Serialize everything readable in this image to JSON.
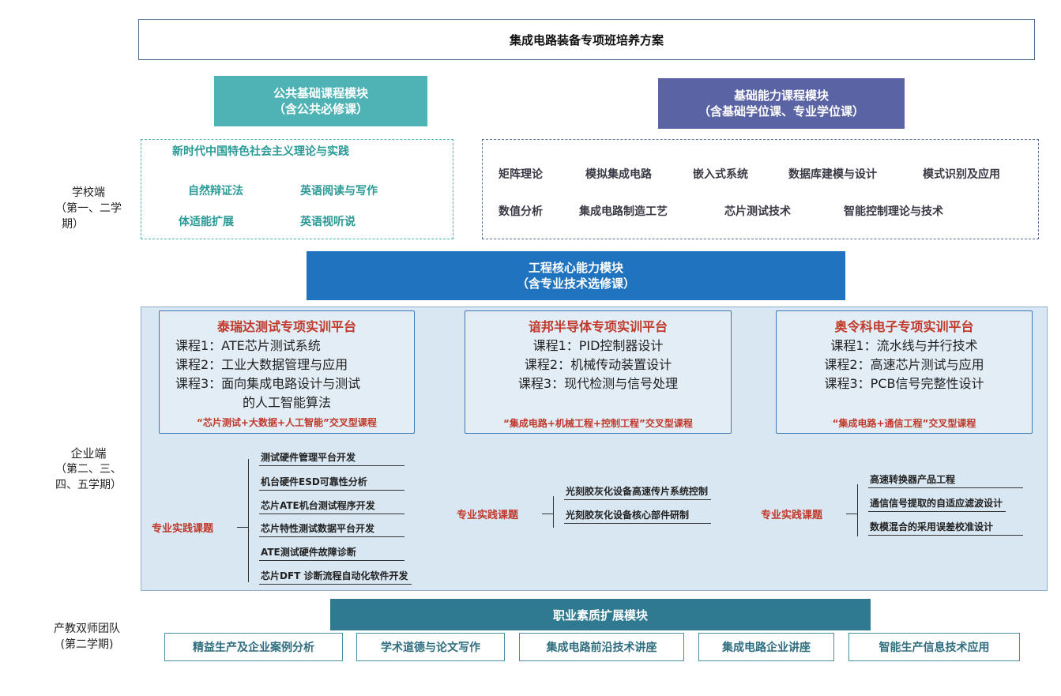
{
  "title": "集成电路装备专项班培养方案",
  "left_labels": {
    "school": {
      "line1": "学校端",
      "line2": "（第一、二学",
      "line3": "期）"
    },
    "enterprise": {
      "line1": "企业端",
      "line2": "（第二、三、",
      "line3": "四、五学期）"
    },
    "faculty": {
      "line1": "产教双师团队",
      "line2": "(第二学期)"
    }
  },
  "public_module": {
    "title": "公共基础课程模块",
    "subtitle": "（含公共必修课）",
    "courses": [
      "新时代中国特色社会主义理论与实践",
      "自然辩证法",
      "英语阅读与写作",
      "体适能扩展",
      "英语视听说"
    ]
  },
  "basic_module": {
    "title": "基础能力课程模块",
    "subtitle": "（含基础学位课、专业学位课）",
    "courses_row1": [
      "矩阵理论",
      "模拟集成电路",
      "嵌入式系统",
      "数据库建模与设计",
      "模式识别及应用"
    ],
    "courses_row2": [
      "数值分析",
      "集成电路制造工艺",
      "芯片测试技术",
      "智能控制理论与技术"
    ]
  },
  "core_module": {
    "title": "工程核心能力模块",
    "subtitle": "（含专业技术选修课）"
  },
  "platforms": [
    {
      "title": "泰瑞达测试专项实训平台",
      "courses": [
        "课程1：ATE芯片测试系统",
        "课程2：工业大数据管理与应用",
        "课程3：面向集成电路设计与测试",
        "的人工智能算法"
      ],
      "tag": "“芯片测试+大数据+人工智能”交叉型课程"
    },
    {
      "title": "谙邦半导体专项实训平台",
      "courses": [
        "课程1：PID控制器设计",
        "课程2：机械传动装置设计",
        "课程3：现代检测与信号处理"
      ],
      "tag": "“集成电路+机械工程+控制工程”交叉型课程"
    },
    {
      "title": "奥令科电子专项实训平台",
      "courses": [
        "课程1：流水线与并行技术",
        "课程2：高速芯片测试与应用",
        "课程3：PCB信号完整性设计"
      ],
      "tag": "“集成电路+通信工程”交叉型课程"
    }
  ],
  "practice": {
    "label": "专业实践课题",
    "group1": [
      "测试硬件管理平台开发",
      "机台硬件ESD可靠性分析",
      "芯片ATE机台测试程序开发",
      "芯片特性测试数据平台开发",
      "ATE测试硬件故障诊断",
      "芯片DFT 诊断流程自动化软件开发"
    ],
    "group2": [
      "光刻胶灰化设备高速传片系统控制",
      "光刻胶灰化设备核心部件研制"
    ],
    "group3": [
      "高速转换器产品工程",
      "通信信号提取的自适应滤波设计",
      "数模混合的采用误差校准设计"
    ]
  },
  "career_module": {
    "title": "职业素质扩展模块",
    "items": [
      "精益生产及企业案例分析",
      "学术道德与论文写作",
      "集成电路前沿技术讲座",
      "集成电路企业讲座",
      "智能生产信息技术应用"
    ]
  }
}
